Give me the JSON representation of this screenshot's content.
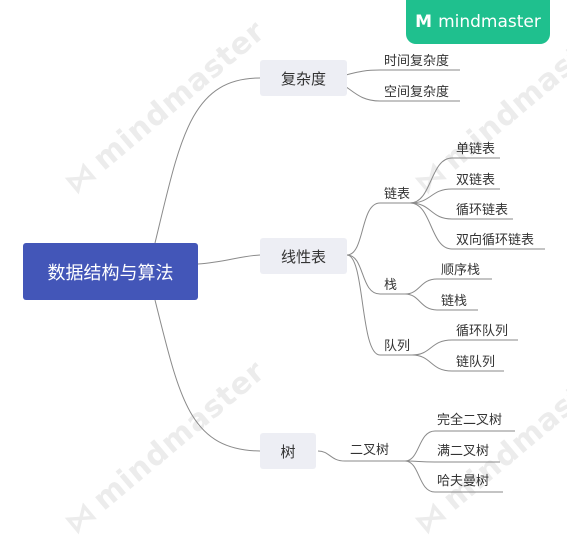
{
  "brand": {
    "name": "mindmaster",
    "logo": "M"
  },
  "watermark": "mindmaster",
  "root": "数据结构与算法",
  "branches": [
    {
      "label": "复杂度",
      "children": [
        {
          "label": "时间复杂度"
        },
        {
          "label": "空间复杂度"
        }
      ]
    },
    {
      "label": "线性表",
      "children": [
        {
          "label": "链表",
          "children": [
            "单链表",
            "双链表",
            "循环链表",
            "双向循环链表"
          ]
        },
        {
          "label": "栈",
          "children": [
            "顺序栈",
            "链栈"
          ]
        },
        {
          "label": "队列",
          "children": [
            "循环队列",
            "链队列"
          ]
        }
      ]
    },
    {
      "label": "树",
      "children": [
        {
          "label": "二叉树",
          "children": [
            "完全二叉树",
            "满二叉树",
            "哈夫曼树"
          ]
        }
      ]
    }
  ]
}
